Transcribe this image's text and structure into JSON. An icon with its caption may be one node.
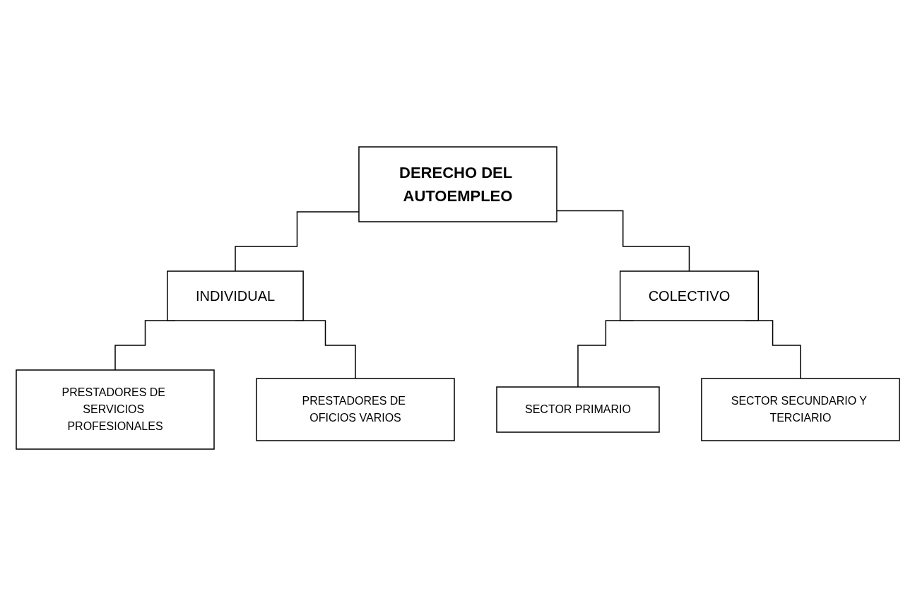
{
  "diagram": {
    "nodes": [
      {
        "text": [
          "DERECHO DEL AUTOEMPLEO"
        ]
      },
      {
        "text": [
          "INDIVIDUAL"
        ]
      },
      {
        "text": [
          "COLECTIVO"
        ]
      },
      {
        "text": [
          "PRESTADORES DE SERVICIOS PROFESIONALES"
        ]
      },
      {
        "text": [
          "PRESTADORES DE OFICIOS VARIOS"
        ]
      },
      {
        "text": [
          "SECTOR PRIMARIO"
        ]
      },
      {
        "text": [
          "SECTOR SECUNDARIO Y TERCIARIO"
        ]
      }
    ],
    "edges": [
      {
        "from": 0,
        "to": 1,
        "arrow": "none"
      },
      {
        "from": 0,
        "to": 2,
        "arrow": "none"
      },
      {
        "from": 1,
        "to": 3,
        "arrow": "none"
      },
      {
        "from": 1,
        "to": 4,
        "arrow": "none"
      },
      {
        "from": 2,
        "to": 5,
        "arrow": "none"
      },
      {
        "from": 2,
        "to": 6,
        "arrow": "none"
      }
    ]
  }
}
